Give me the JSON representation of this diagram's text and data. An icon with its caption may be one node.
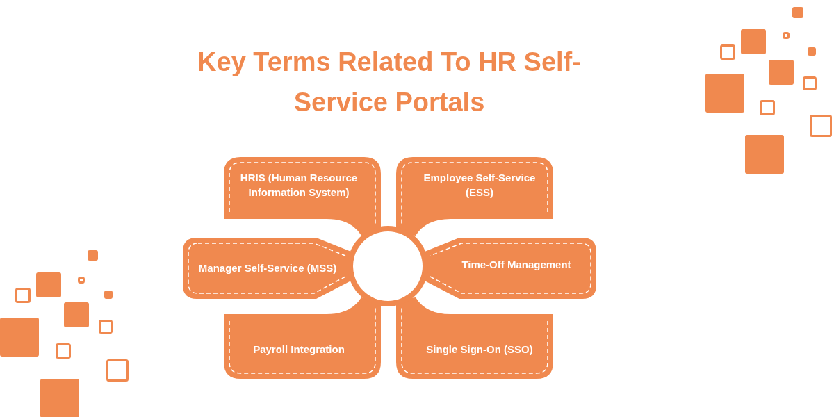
{
  "diagram": {
    "title": "Key Terms Related To HR Self-Service Portals",
    "nodes": [
      {
        "text": [
          "HRIS (Human Resource Information System)"
        ]
      },
      {
        "text": [
          "Employee Self-Service (ESS)"
        ]
      },
      {
        "text": [
          "Manager Self-Service (MSS)"
        ]
      },
      {
        "text": [
          "Time-Off Management"
        ]
      },
      {
        "text": [
          "Payroll Integration"
        ]
      },
      {
        "text": [
          "Single Sign-On (SSO)"
        ]
      },
      {
        "text": [],
        "shape": "circle"
      }
    ],
    "edges": []
  }
}
